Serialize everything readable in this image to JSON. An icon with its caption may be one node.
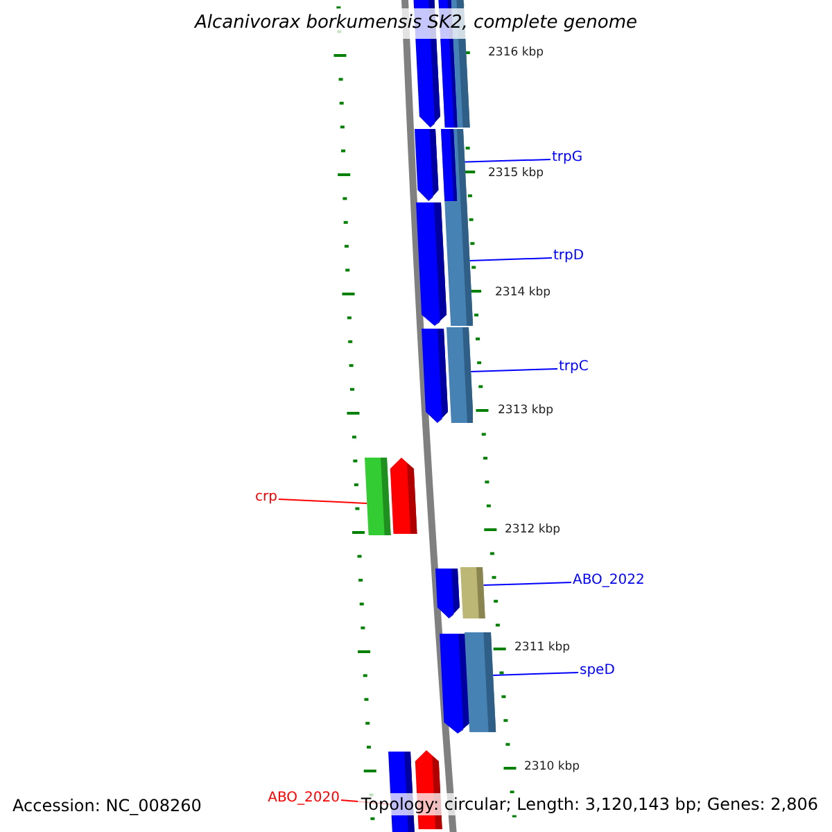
{
  "diagram": {
    "title": "Alcanivorax borkumensis SK2, complete genome",
    "nodes": [
      {
        "text": [],
        "shape": "bar"
      },
      {
        "text": [],
        "shape": "bar"
      },
      {
        "text": [],
        "shape": "bar",
        "in": 1
      },
      {
        "text": [],
        "shape": "bar"
      },
      {
        "text": [],
        "shape": "bar"
      },
      {
        "text": [],
        "shape": "bar",
        "in": 4
      },
      {
        "text": [
          "trpG"
        ]
      },
      {
        "text": [
          "trpD"
        ]
      },
      {
        "text": [],
        "shape": "bar"
      },
      {
        "text": [
          "trpC"
        ]
      },
      {
        "text": [],
        "shape": "bar"
      },
      {
        "text": [],
        "shape": "bar"
      },
      {
        "text": [
          "crp"
        ]
      },
      {
        "text": [],
        "shape": "bar"
      },
      {
        "text": [],
        "shape": "bar"
      },
      {
        "text": [],
        "shape": "bar"
      },
      {
        "text": [],
        "shape": "bar"
      },
      {
        "text": [
          "ABO_2022"
        ]
      },
      {
        "text": [],
        "shape": "bar"
      },
      {
        "text": [],
        "shape": "bar"
      },
      {
        "text": [
          "speD"
        ]
      },
      {
        "text": [
          "ABO_2020"
        ]
      },
      {
        "text": [],
        "shape": "bar"
      },
      {
        "text": [],
        "shape": "bar"
      }
    ],
    "edges": [
      {
        "from": 6,
        "to": 5,
        "arrow": "none"
      },
      {
        "from": 7,
        "to": 4,
        "arrow": "none"
      },
      {
        "from": 9,
        "to": 11,
        "arrow": "none"
      },
      {
        "from": 12,
        "to": 13,
        "arrow": "none",
        "color": "#ff0000"
      },
      {
        "from": 17,
        "to": 16,
        "arrow": "none"
      },
      {
        "from": 20,
        "to": 19,
        "arrow": "none"
      },
      {
        "from": 21,
        "to": 22,
        "arrow": "none",
        "color": "#ff0000"
      }
    ],
    "labels": [
      "2316 kbp",
      "2315 kbp",
      "2314 kbp",
      "2313 kbp",
      "2312 kbp",
      "2311 kbp",
      "2310 kbp",
      "Accession: NC_008260",
      "Topology: circular; Length: 3,120,143 bp; Genes: 2,806"
    ]
  }
}
